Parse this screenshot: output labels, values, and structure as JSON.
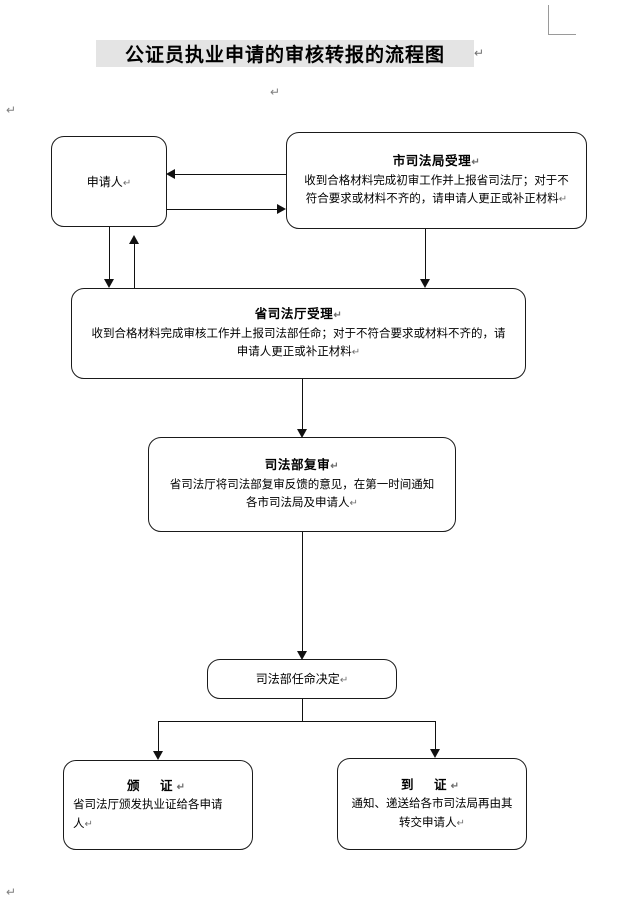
{
  "document": {
    "title": "公证员执业申请的审核转报的流程图",
    "title_return_mark": "↵",
    "paragraph_marks": [
      "↵",
      "↵",
      "↵"
    ]
  },
  "nodes": {
    "applicant": {
      "id": "applicant",
      "title": "",
      "single_line": "申请人",
      "return_mark": "↵"
    },
    "city_bureau": {
      "id": "city-bureau",
      "title": "市司法局受理",
      "return_mark": "↵",
      "body_line_1": "收到合格材料完成初审工作并上报省司法厅；对于不",
      "body_line_2": "符合要求或材料不齐的，请申请人更正或补正材料",
      "body_return_mark": "↵"
    },
    "province_dept": {
      "id": "province-dept",
      "title": "省司法厅受理",
      "return_mark": "↵",
      "body_line_1": "收到合格材料完成审核工作并上报司法部任命；对于不符合要求或材料不齐的，请",
      "body_line_2": "申请人更正或补正材料",
      "body_return_mark": "↵"
    },
    "ministry_review": {
      "id": "ministry-review",
      "title": "司法部复审",
      "return_mark": "↵",
      "body_line_1": "省司法厅将司法部复审反馈的意见，在第一时间通知",
      "body_line_2": "各市司法局及申请人",
      "body_return_mark": "↵"
    },
    "appointment_decision": {
      "id": "appointment-decision",
      "single_line": "司法部任命决定",
      "return_mark": "↵"
    },
    "issue_certificate": {
      "id": "issue-certificate",
      "title": "颁　证",
      "return_mark": "↵",
      "body_line_1": "省司法厅颁发执业证给各申请",
      "body_line_2": "人",
      "body_return_mark": "↵"
    },
    "deliver_certificate": {
      "id": "deliver-certificate",
      "title": "到　证",
      "return_mark": "↵",
      "body_line_1": "通知、递送给各市司法局再由其",
      "body_line_2": "转交申请人",
      "body_return_mark": "↵"
    }
  },
  "connectors": [
    {
      "name": "city-to-applicant",
      "direction": "left"
    },
    {
      "name": "applicant-to-city",
      "direction": "right"
    },
    {
      "name": "applicant-to-province",
      "direction": "down"
    },
    {
      "name": "province-to-applicant",
      "direction": "up"
    },
    {
      "name": "city-to-province",
      "direction": "down"
    },
    {
      "name": "province-to-ministry",
      "direction": "down"
    },
    {
      "name": "ministry-to-decision",
      "direction": "down"
    },
    {
      "name": "decision-to-issue",
      "direction": "down"
    },
    {
      "name": "decision-to-deliver",
      "direction": "down"
    }
  ],
  "colors": {
    "title_highlight": "#e4e4e4",
    "stroke": "#111111",
    "mark": "#9a9a9a",
    "background": "#ffffff"
  }
}
